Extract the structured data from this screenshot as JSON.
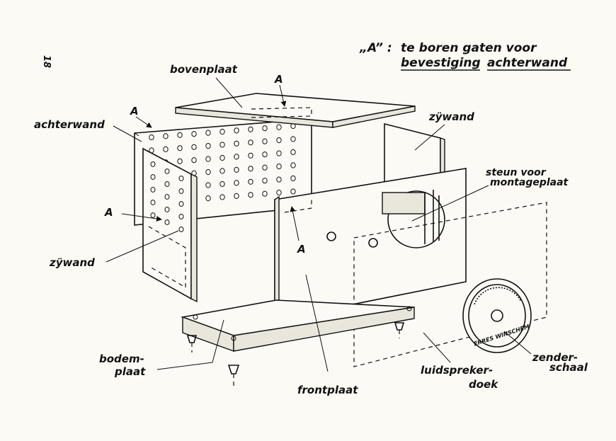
{
  "page_number": "18",
  "legend": {
    "key": "„A” :",
    "line1": "te boren gaten voor",
    "line2a": "bevestiging",
    "line2b": "achterwand"
  },
  "labels": {
    "bovenplaat": "bovenplaat",
    "a_top": "A",
    "a_left": "A",
    "achterwand": "achterwand",
    "zijwand_right": "zÿwand",
    "steun_line1": "steun voor",
    "steun_line2": "montageplaat",
    "a_mid_left": "A",
    "a_front": "A",
    "zijwand_left": "zÿwand",
    "bodem_line1": "bodem-",
    "bodem_line2": "plaat",
    "frontplaat": "frontplaat",
    "luidspreker_line1": "luidspreker-",
    "luidspreker_line2": "doek",
    "zender_line1": "zender-",
    "zender_line2": "schaal",
    "dial_text": "ERRES   WINSCHEM"
  }
}
